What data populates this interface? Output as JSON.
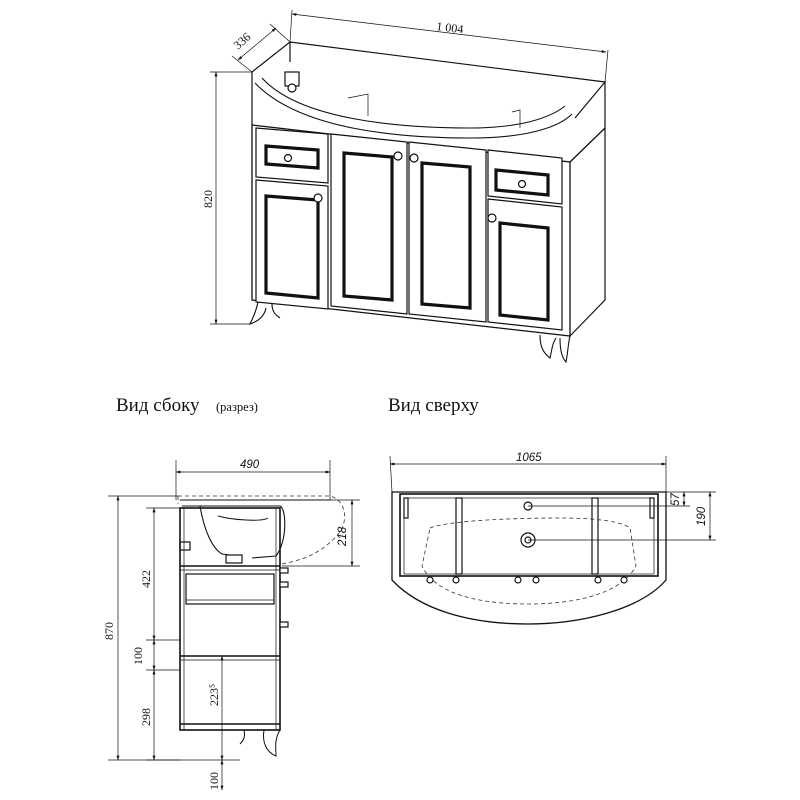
{
  "views": {
    "side_caption": "Вид сбоку",
    "side_caption_note": "(разрез)",
    "top_caption": "Вид сверху"
  },
  "dimensions": {
    "iso_depth": "336",
    "iso_width": "1 004",
    "iso_height": "820",
    "side_depth": "490",
    "side_basin": "218",
    "side_total": "870",
    "side_upper": "422",
    "side_middle": "100",
    "side_lower": "298",
    "side_shelf": "223⁵",
    "side_leg": "100",
    "top_width": "1065",
    "top_depth_small": "57",
    "top_depth_large": "190"
  }
}
